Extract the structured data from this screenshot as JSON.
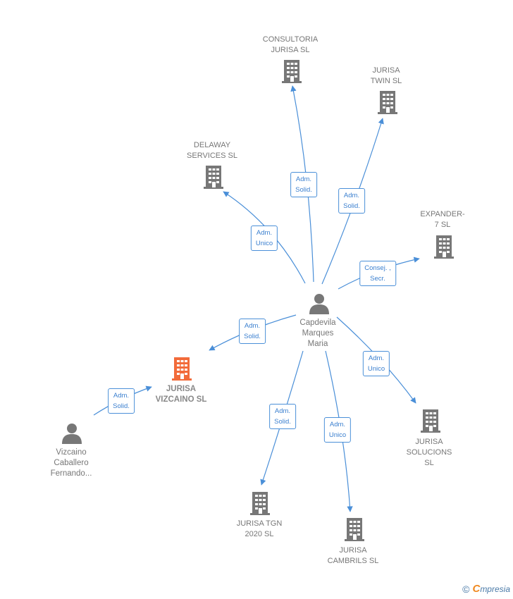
{
  "colors": {
    "edge": "#4a8fd8",
    "company": "#777777",
    "focus": "#f26b3a",
    "person": "#777777"
  },
  "nodes": {
    "consultoria": {
      "lines": [
        "CONSULTORIA",
        "JURISA SL"
      ]
    },
    "twin": {
      "lines": [
        "JURISA",
        "TWIN SL"
      ]
    },
    "delaway": {
      "lines": [
        "DELAWAY",
        "SERVICES SL"
      ]
    },
    "expander": {
      "lines": [
        "EXPANDER-",
        "7 SL"
      ]
    },
    "capdevila": {
      "lines": [
        "Capdevila",
        "Marques",
        "Maria"
      ]
    },
    "vizcaino_sl": {
      "lines": [
        "JURISA",
        "VIZCAINO  SL"
      ]
    },
    "vizcaino_person": {
      "lines": [
        "Vizcaino",
        "Caballero",
        "Fernando..."
      ]
    },
    "soluciones": {
      "lines": [
        "JURISA",
        "SOLUCIONS",
        "SL"
      ]
    },
    "tgn": {
      "lines": [
        "JURISA TGN",
        "2020  SL"
      ]
    },
    "cambrils": {
      "lines": [
        "JURISA",
        "CAMBRILS SL"
      ]
    }
  },
  "relations": {
    "r_consultoria": [
      "Adm.",
      "Solid."
    ],
    "r_twin": [
      "Adm.",
      "Solid."
    ],
    "r_delaway": [
      "Adm.",
      "Unico"
    ],
    "r_expander": [
      "Consej. ,",
      "Secr."
    ],
    "r_vizcaino_sl": [
      "Adm.",
      "Solid."
    ],
    "r_person_vizcaino": [
      "Adm.",
      "Solid."
    ],
    "r_soluciones": [
      "Adm.",
      "Unico"
    ],
    "r_tgn": [
      "Adm.",
      "Solid."
    ],
    "r_cambrils": [
      "Adm.",
      "Unico"
    ]
  },
  "footer": {
    "copyright": "©",
    "brand_initial": "C",
    "brand_rest": "mpresia"
  }
}
